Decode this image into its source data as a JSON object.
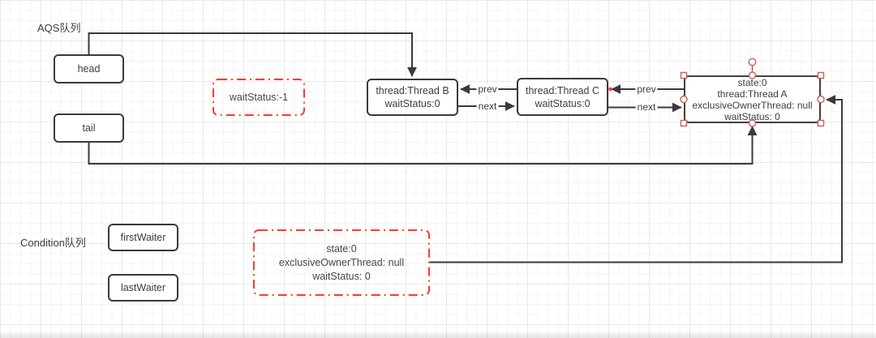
{
  "canvas_labels": {
    "aqs_queue": "AQS队列",
    "condition_queue": "Condition队列"
  },
  "nodes": {
    "head": {
      "label": "head"
    },
    "tail": {
      "label": "tail"
    },
    "first_waiter": {
      "label": "firstWaiter"
    },
    "last_waiter": {
      "label": "lastWaiter"
    },
    "thread_b": {
      "lines": [
        "thread:Thread B",
        "waitStatus:0"
      ]
    },
    "thread_c": {
      "lines": [
        "thread:Thread C",
        "waitStatus:0"
      ]
    },
    "thread_a": {
      "lines": [
        "state:0",
        "thread:Thread A",
        "exclusiveOwnerThread: null",
        "waitStatus: 0"
      ],
      "selected": true
    },
    "wait_status_note": {
      "lines": [
        "waitStatus:-1"
      ]
    },
    "condition_state_note": {
      "lines": [
        "state:0",
        "exclusiveOwnerThread: null",
        "waitStatus: 0"
      ]
    }
  },
  "edge_labels": {
    "prev_b_c": "prev",
    "next_b_c": "next",
    "prev_c_a": "prev",
    "next_c_a": "next"
  },
  "colors": {
    "node_border": "#3a3a3a",
    "connector": "#3a3a3a",
    "note_red": "#fb3b2e",
    "selection_handle": "#c9605b",
    "grid_minor": "#f4f4f4",
    "grid_major": "#e9e9e9",
    "connection_point_red": "#e8453c"
  }
}
